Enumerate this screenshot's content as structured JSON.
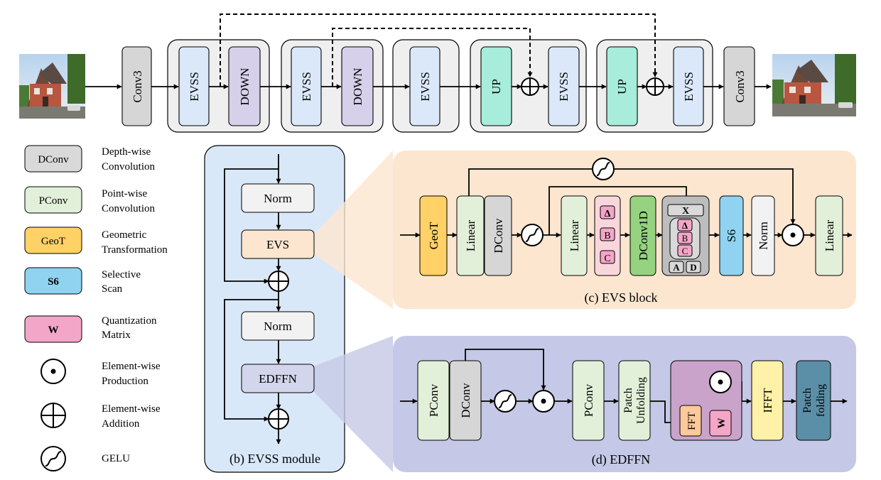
{
  "top_pipeline": {
    "conv3": "Conv3",
    "evss": "EVSS",
    "down": "DOWN",
    "up": "UP"
  },
  "legend": [
    {
      "key": "dconv",
      "box": "DConv",
      "line1": "Depth-wise",
      "line2": "Convolution",
      "color": "#d9d9d9"
    },
    {
      "key": "pconv",
      "box": "PConv",
      "line1": "Point-wise",
      "line2": "Convolution",
      "color": "#e2f0d9"
    },
    {
      "key": "geot",
      "box": "GeoT",
      "line1": "Geometric",
      "line2": "Transformation",
      "color": "#ffd166"
    },
    {
      "key": "s6",
      "box": "S6",
      "line1": "Selective",
      "line2": "Scan",
      "color": "#8fd3f0"
    },
    {
      "key": "w",
      "box": "W",
      "line1": "Quantization",
      "line2": "Matrix",
      "color": "#f4a6c8"
    },
    {
      "key": "prod",
      "line1": "Element-wise",
      "line2": "Production"
    },
    {
      "key": "add",
      "line1": "Element-wise",
      "line2": "Addition"
    },
    {
      "key": "gelu",
      "line1": "GELU",
      "line2": ""
    }
  ],
  "evss_module": {
    "norm": "Norm",
    "evs": "EVS",
    "edffn": "EDFFN",
    "caption": "(b) EVSS module"
  },
  "evs_block": {
    "geot": "GeoT",
    "linear": "Linear",
    "dconv": "DConv",
    "delta": "Δ",
    "b": "B",
    "c": "C",
    "dconv1d": "DConv1D",
    "x": "X",
    "a": "A",
    "d": "D",
    "s6": "S6",
    "norm": "Norm",
    "caption": "(c) EVS block"
  },
  "edffn": {
    "pconv": "PConv",
    "dconv": "DConv",
    "patch_unfolding_1": "Patch",
    "patch_unfolding_2": "Unfolding",
    "fft": "FFT",
    "w": "W",
    "ifft": "IFFT",
    "patch_folding_1": "Patch",
    "patch_folding_2": "folding",
    "caption": "(d) EDFFN"
  }
}
